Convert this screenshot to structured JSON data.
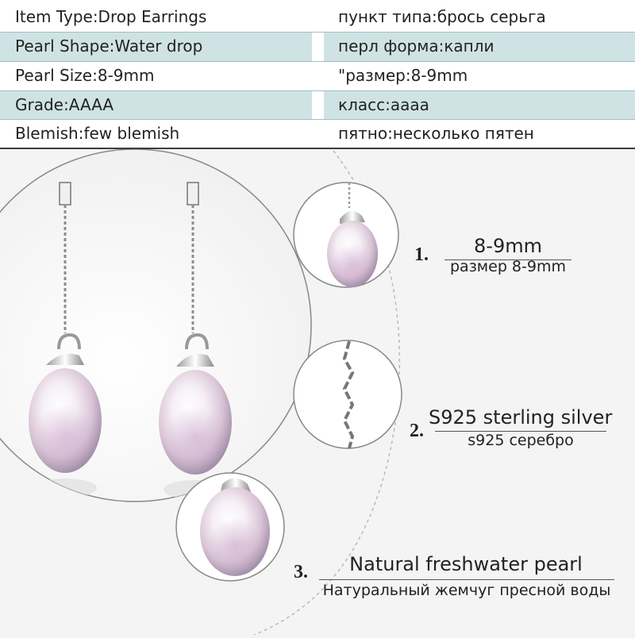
{
  "spec_table": {
    "rows": [
      {
        "left": "Item Type:Drop Earrings",
        "right": "пункт типа:брось серьга"
      },
      {
        "left": "Pearl Shape:Water drop",
        "right": "перл форма:капли"
      },
      {
        "left": "Pearl Size:8-9mm",
        "right": "\"размер:8-9mm"
      },
      {
        "left": "Grade:AAAA",
        "right": "класс:аааа"
      },
      {
        "left": "Blemish:few blemish",
        "right": "пятно:несколько пятен"
      }
    ]
  },
  "features": [
    {
      "number": "1.",
      "title": "8-9mm",
      "subtitle": "размер 8-9mm"
    },
    {
      "number": "2.",
      "title": "S925 sterling silver",
      "subtitle": "s925 серебро"
    },
    {
      "number": "3.",
      "title": "Natural freshwater pearl",
      "subtitle": "Натуральный жемчуг пресной воды"
    }
  ],
  "colors": {
    "row_shade": "#cfe3e5",
    "background": "#f3f3f3",
    "text": "#222222"
  }
}
